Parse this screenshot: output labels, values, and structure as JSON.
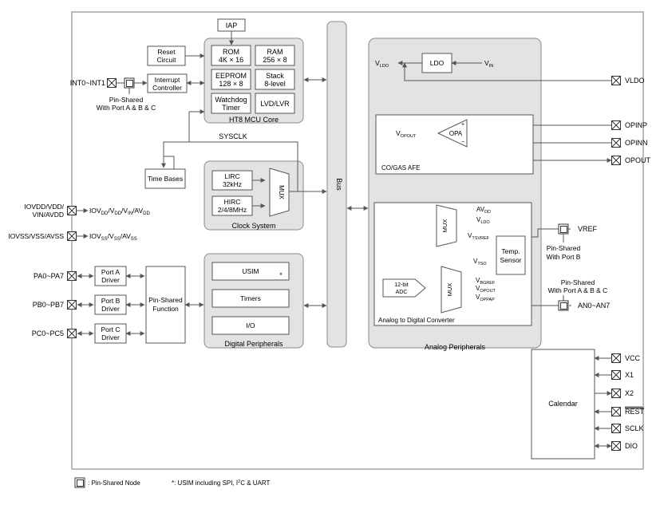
{
  "mcu_core": {
    "iap": "IAP",
    "rom": [
      "ROM",
      "4K × 16"
    ],
    "ram": [
      "RAM",
      "256 × 8"
    ],
    "eeprom": [
      "EEPROM",
      "128 × 8"
    ],
    "stack": [
      "Stack",
      "8-level"
    ],
    "watchdog": [
      "Watchdog",
      "Timer"
    ],
    "lvd": "LVD/LVR",
    "title": "HT8 MCU Core"
  },
  "reset_circuit": [
    "Reset",
    "Circuit"
  ],
  "interrupt_controller": [
    "Interrupt",
    "Controller"
  ],
  "int_pin": "INT0~INT1",
  "int_pin_note": [
    "Pin-Shared",
    "With Port A & B & C"
  ],
  "sysclk": "SYSCLK",
  "time_bases": "Time Bases",
  "clock_system": {
    "lirc": [
      "LIRC",
      "32kHz"
    ],
    "hirc": [
      "HIRC",
      "2/4/8MHz"
    ],
    "mux": "MUX",
    "title": "Clock System"
  },
  "power_pins": {
    "vdd_pin": [
      "IOVDD/VDD/",
      "VIN/AVDD"
    ],
    "vss_pin": "IOVSS/VSS/AVSS"
  },
  "ports": {
    "pa_pin": "PA0~PA7",
    "pb_pin": "PB0~PB7",
    "pc_pin": "PC0~PC5",
    "port_a": [
      "Port A",
      "Driver"
    ],
    "port_b": [
      "Port B",
      "Driver"
    ],
    "port_c": [
      "Port C",
      "Driver"
    ],
    "pin_shared": [
      "Pin-Shared",
      "Function"
    ]
  },
  "digital": {
    "usim": "USIM",
    "usim_mark": "*",
    "timers": "Timers",
    "io": "I/O",
    "title": "Digital Peripherals"
  },
  "bus": "Bus",
  "analog": {
    "ldo": "LDO",
    "vldo_left": "V",
    "vldo_left_sub": "LDO",
    "vin_label": "V",
    "vin_sub": "IN",
    "opa": "OPA",
    "vopout_label": "V",
    "vopout_sub": "OPOUT",
    "afe_title": "CO/GAS AFE",
    "mux": "MUX",
    "avdd": "AV",
    "avdd_sub": "DD",
    "vldo2": "V",
    "vldo2_sub": "LDO",
    "vtsvref": "V",
    "vtsvref_sub": "TSVREF",
    "temp_sensor": [
      "Temp.",
      "Sensor"
    ],
    "vtso": "V",
    "vtso_sub": "TSO",
    "vbgref": "V",
    "vbgref_sub": "BGREF",
    "vopout2": "V",
    "vopout2_sub": "OPOUT",
    "vopap": "V",
    "vopap_sub": "OPPAP",
    "adc": [
      "12-bit",
      "ADC"
    ],
    "adc_title": "Analog to Digital Converter",
    "title": "Analog Peripherals"
  },
  "right_pins": {
    "vldo": "VLDO",
    "opinp": "OPINP",
    "opinn": "OPINN",
    "opout": "OPOUT",
    "vref": "VREF",
    "vref_note": [
      "Pin-Shared",
      "With Port B"
    ],
    "an_note": [
      "Pin-Shared",
      "With Port A & B & C"
    ],
    "an": "AN0~AN7"
  },
  "calendar": {
    "title": "Calendar",
    "pins": [
      "VCC",
      "X1",
      "X2",
      "REST",
      "SCLK",
      "DIO"
    ]
  },
  "legend": {
    "node": ": Pin-Shared Node",
    "note_pre": "*: USIM including SPI, I",
    "note_sup": "2",
    "note_post": "C & UART"
  },
  "colors": {
    "panel_fill": "#e3e3e3",
    "panel_stroke": "#8a8a8a",
    "line": "#555555"
  }
}
